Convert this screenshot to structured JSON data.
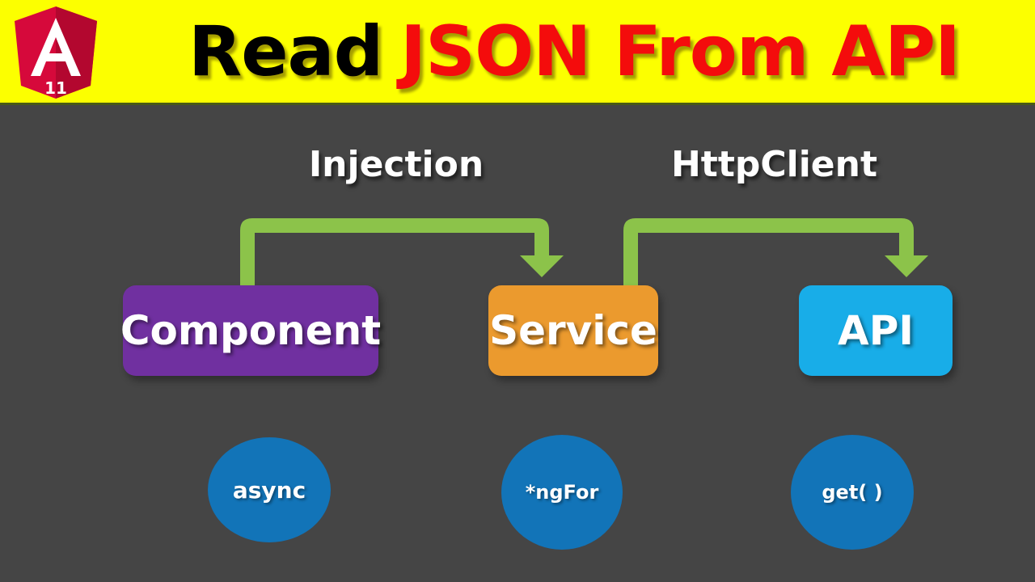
{
  "banner": {
    "background_color": "#fcff00",
    "logo": {
      "icon": "angular-shield-icon",
      "letter": "A",
      "version": "11",
      "shield_color": "#d6093b",
      "shield_highlight": "#b3072f"
    },
    "title": {
      "part1": "Read",
      "part1_color": "#000000",
      "part2": "JSON From API",
      "part2_color": "#f40c0c",
      "full": "Read JSON From API"
    }
  },
  "diagram": {
    "background_color": "#454545",
    "labels": [
      {
        "id": "injection",
        "text": "Injection"
      },
      {
        "id": "httpclient",
        "text": "HttpClient"
      }
    ],
    "boxes": [
      {
        "id": "component",
        "text": "Component",
        "color": "#7030a0"
      },
      {
        "id": "service",
        "text": "Service",
        "color": "#eb9a2e"
      },
      {
        "id": "api",
        "text": "API",
        "color": "#18ade8"
      }
    ],
    "arrows": [
      {
        "id": "component-to-service",
        "from": "component",
        "to": "service",
        "label": "Injection",
        "color": "#8cc34a"
      },
      {
        "id": "service-to-api",
        "from": "service",
        "to": "api",
        "label": "HttpClient",
        "color": "#8cc34a"
      }
    ],
    "circles": [
      {
        "id": "async",
        "text": "async",
        "color": "#1274b8"
      },
      {
        "id": "ngfor",
        "text": "*ngFor",
        "color": "#1274b8"
      },
      {
        "id": "get",
        "text": "get( )",
        "color": "#1274b8"
      }
    ]
  }
}
